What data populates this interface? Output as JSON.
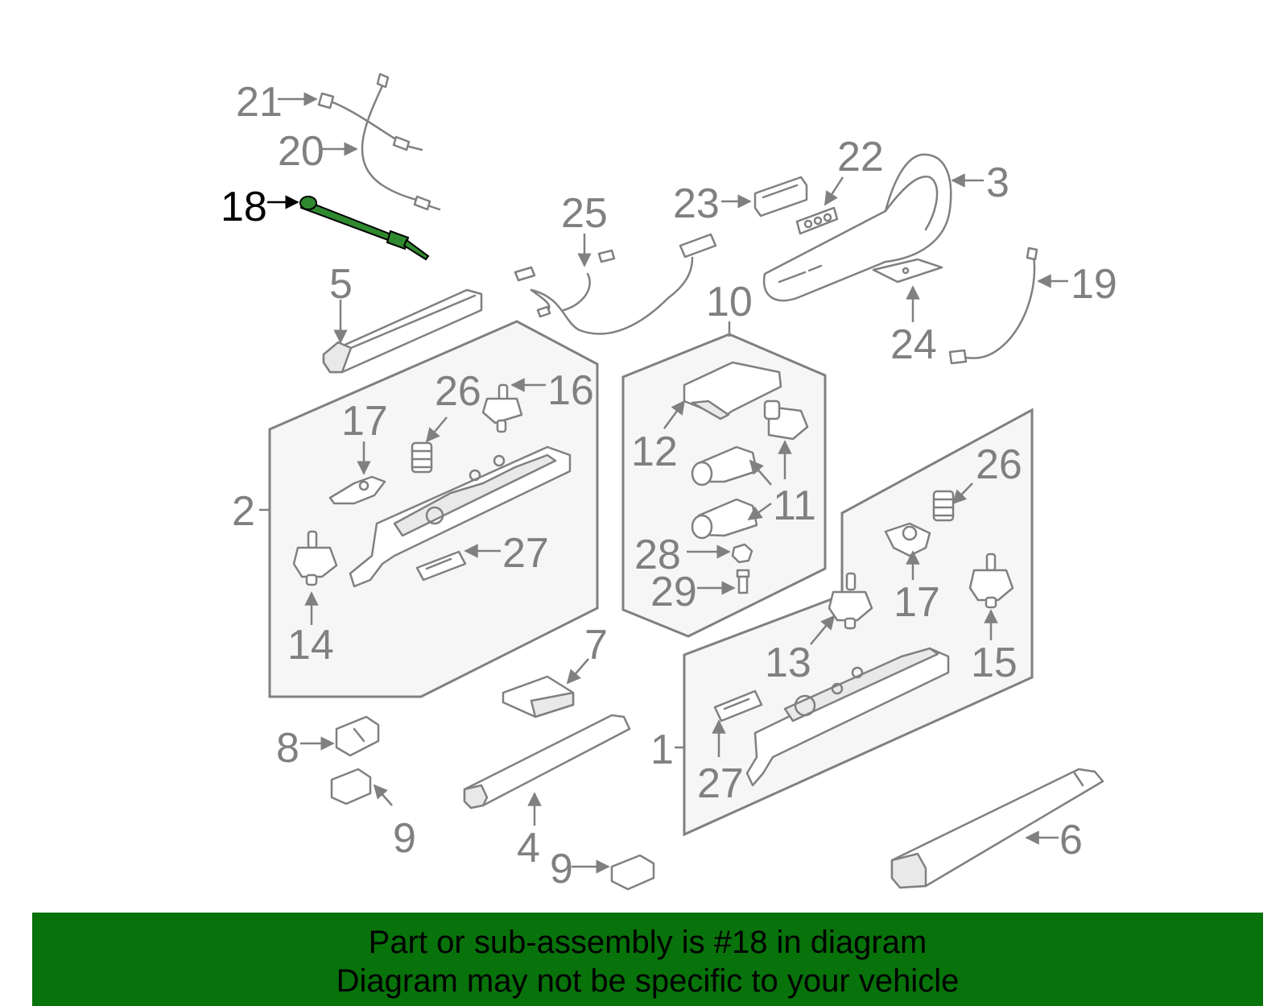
{
  "diagram": {
    "highlighted_part": "18",
    "labels": {
      "l21": "21",
      "l20": "20",
      "l18": "18",
      "l5": "5",
      "l25": "25",
      "l23": "23",
      "l22": "22",
      "l3": "3",
      "l19": "19",
      "l24": "24",
      "l10": "10",
      "l12": "12",
      "l11": "11",
      "l28": "28",
      "l29": "29",
      "l2": "2",
      "l17a": "17",
      "l26a": "26",
      "l16": "16",
      "l27a": "27",
      "l14": "14",
      "l26b": "26",
      "l17b": "17",
      "l13": "13",
      "l15": "15",
      "l7": "7",
      "l8": "8",
      "l9a": "9",
      "l4": "4",
      "l9b": "9",
      "l1": "1",
      "l27b": "27",
      "l6": "6"
    }
  },
  "banner": {
    "line1": "Part or sub-assembly is #18 in diagram",
    "line2": "Diagram may not be specific to your vehicle",
    "background": "#08720b"
  },
  "colors": {
    "label_gray": "#808080",
    "highlight_green": "#2f8a2f",
    "highlight_label": "#000000"
  }
}
